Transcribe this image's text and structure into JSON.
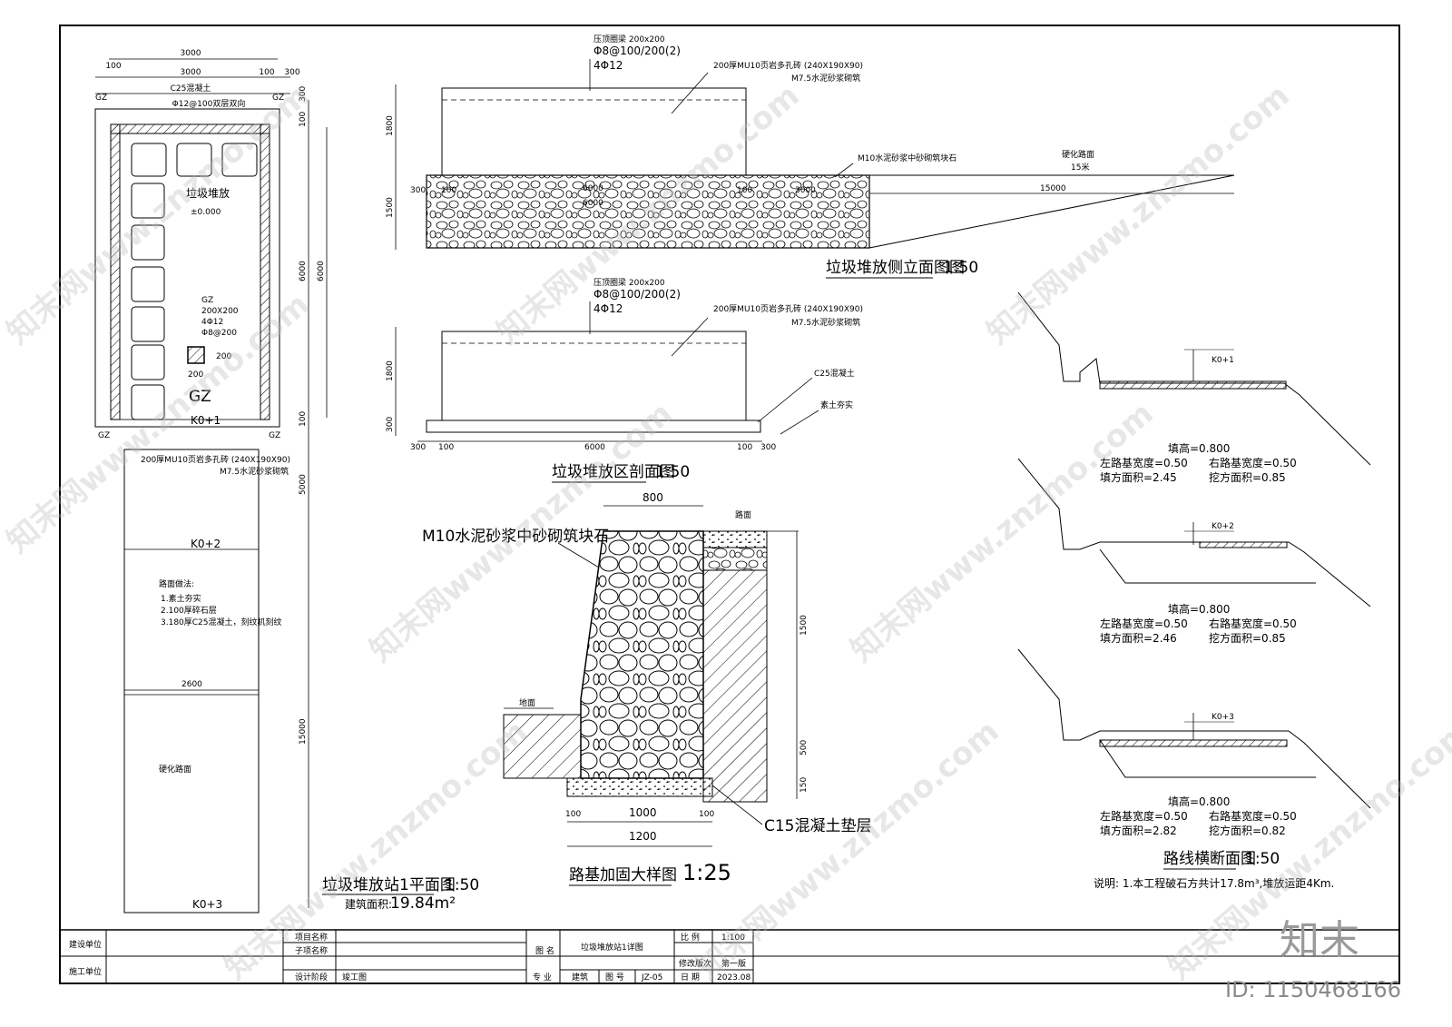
{
  "plan": {
    "dims_top": [
      "3000",
      "100",
      "3000",
      "100",
      "300",
      "C25混凝土",
      "Φ12@100双层双向"
    ],
    "gz": "GZ",
    "area_label": "垃圾堆放",
    "elev": "±0.000",
    "col_spec": [
      "GZ",
      "200X200",
      "4Φ12",
      "Φ8@200"
    ],
    "col_dim": "200",
    "gz_big": "GZ",
    "side_dims": [
      "300",
      "100",
      "6000",
      "6000",
      "100",
      "5000",
      "15000"
    ],
    "k0_1": "K0+1",
    "wall_note": "200厚MU10页岩多孔砖 (240X190X90)",
    "wall_note2": "M7.5水泥砂浆砌筑",
    "k0_2": "K0+2",
    "k0_3": "K0+3",
    "road_notes": [
      "路面做法:",
      "1.素土夯实",
      "2.100厚碎石层",
      "3.180厚C25混凝土，刻纹机刻纹"
    ],
    "road_width": "2600",
    "hard_road": "硬化路面",
    "title": "垃圾堆放站1平面图",
    "scale": "1:50",
    "area_prefix": "建筑面积:",
    "area_value": "19.84m²"
  },
  "elevation": {
    "beam": "压顶圈梁 200x200",
    "beam_rebar1": "Φ8@100/200(2)",
    "beam_rebar2": "4Φ12",
    "wall": "200厚MU10页岩多孔砖 (240X190X90)",
    "mortar": "M7.5水泥砂浆砌筑",
    "stone": "M10水泥砂浆中砂砌筑块石",
    "hard_road": "硬化路面",
    "hard_len": "15米",
    "dims": [
      "1800",
      "1500",
      "300",
      "100",
      "6000",
      "6000",
      "100",
      "3000",
      "15000"
    ],
    "title": "垃圾堆放侧立面图图",
    "scale": "1:50"
  },
  "section": {
    "beam": "压顶圈梁 200x200",
    "beam_rebar1": "Φ8@100/200(2)",
    "beam_rebar2": "4Φ12",
    "wall": "200厚MU10页岩多孔砖 (240X190X90)",
    "mortar": "M7.5水泥砂浆砌筑",
    "concrete": "C25混凝土",
    "soil": "素土夯实",
    "dims": [
      "1800",
      "300",
      "300",
      "100",
      "6000",
      "100",
      "300"
    ],
    "title": "垃圾堆放区剖面图",
    "scale": "1:50"
  },
  "detail": {
    "width": "800",
    "road": "路面",
    "stone": "M10水泥砂浆中砂砌筑块石",
    "ground": "地面",
    "dims": [
      "1500",
      "500",
      "150",
      "100",
      "1000",
      "100",
      "1200"
    ],
    "pad": "C15混凝土垫层",
    "title": "路基加固大样图",
    "scale": "1:25"
  },
  "cross": {
    "sections": [
      {
        "k": "K0+1",
        "fill_h": "填高=0.800",
        "lw": "左路基宽度=0.50",
        "rw": "右路基宽度=0.50",
        "fa": "填方面积=2.45",
        "ca": "挖方面积=0.85"
      },
      {
        "k": "K0+2",
        "fill_h": "填高=0.800",
        "lw": "左路基宽度=0.50",
        "rw": "右路基宽度=0.50",
        "fa": "填方面积=2.46",
        "ca": "挖方面积=0.85"
      },
      {
        "k": "K0+3",
        "fill_h": "填高=0.800",
        "lw": "左路基宽度=0.50",
        "rw": "右路基宽度=0.50",
        "fa": "填方面积=2.82",
        "ca": "挖方面积=0.82"
      }
    ],
    "title": "路线横断面图",
    "scale": "1:50",
    "note": "说明: 1.本工程破石方共计17.8m³,堆放运距4Km."
  },
  "titleblock": {
    "build_unit": "建设单位",
    "const_unit": "施工单位",
    "proj_name": "项目名称",
    "sub_name": "子项名称",
    "stage": "设计阶段",
    "stage_val": "竣工图",
    "fig_name": "图 名",
    "fig_val": "垃圾堆放站1详图",
    "major": "专 业",
    "major_val": "建筑",
    "fig_no": "图 号",
    "fig_no_val": "JZ-05",
    "ratio": "比 例",
    "ratio_val": "1:100",
    "rev": "修改版次",
    "rev_val": "第一版",
    "date": "日 期",
    "date_val": "2023.08"
  },
  "watermark": {
    "text": "知末网www.znzmo.com",
    "brand": "知末",
    "id": "ID: 1150468166"
  }
}
